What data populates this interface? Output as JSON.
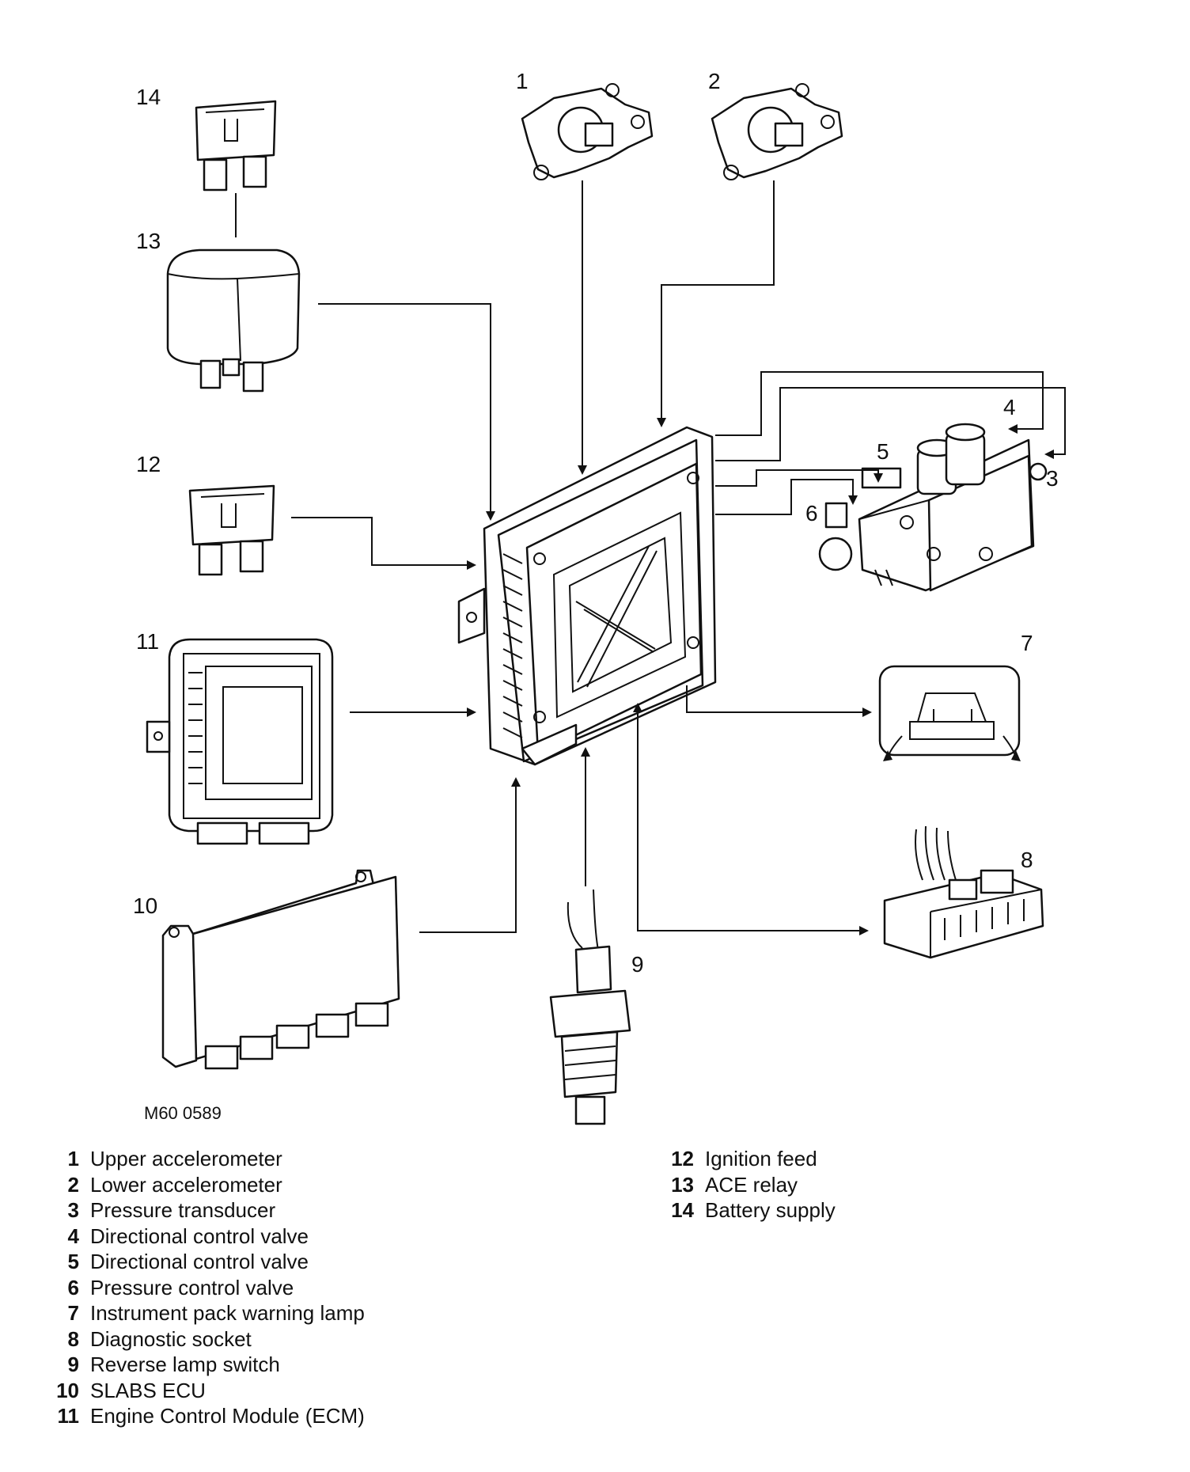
{
  "diagram": {
    "callouts": [
      "1",
      "2",
      "3",
      "4",
      "5",
      "6",
      "7",
      "8",
      "9",
      "10",
      "11",
      "12",
      "13",
      "14"
    ],
    "figure_code": "M60 0589"
  },
  "legend": {
    "left": [
      {
        "num": "1",
        "text": "Upper accelerometer"
      },
      {
        "num": "2",
        "text": "Lower accelerometer"
      },
      {
        "num": "3",
        "text": "Pressure transducer"
      },
      {
        "num": "4",
        "text": "Directional control valve"
      },
      {
        "num": "5",
        "text": "Directional control valve"
      },
      {
        "num": "6",
        "text": "Pressure control valve"
      },
      {
        "num": "7",
        "text": "Instrument pack warning lamp"
      },
      {
        "num": "8",
        "text": "Diagnostic socket"
      },
      {
        "num": "9",
        "text": "Reverse lamp switch"
      },
      {
        "num": "10",
        "text": "SLABS ECU"
      },
      {
        "num": "11",
        "text": "Engine Control Module (ECM)"
      }
    ],
    "right": [
      {
        "num": "12",
        "text": "Ignition feed"
      },
      {
        "num": "13",
        "text": "ACE relay"
      },
      {
        "num": "14",
        "text": "Battery supply"
      }
    ]
  }
}
